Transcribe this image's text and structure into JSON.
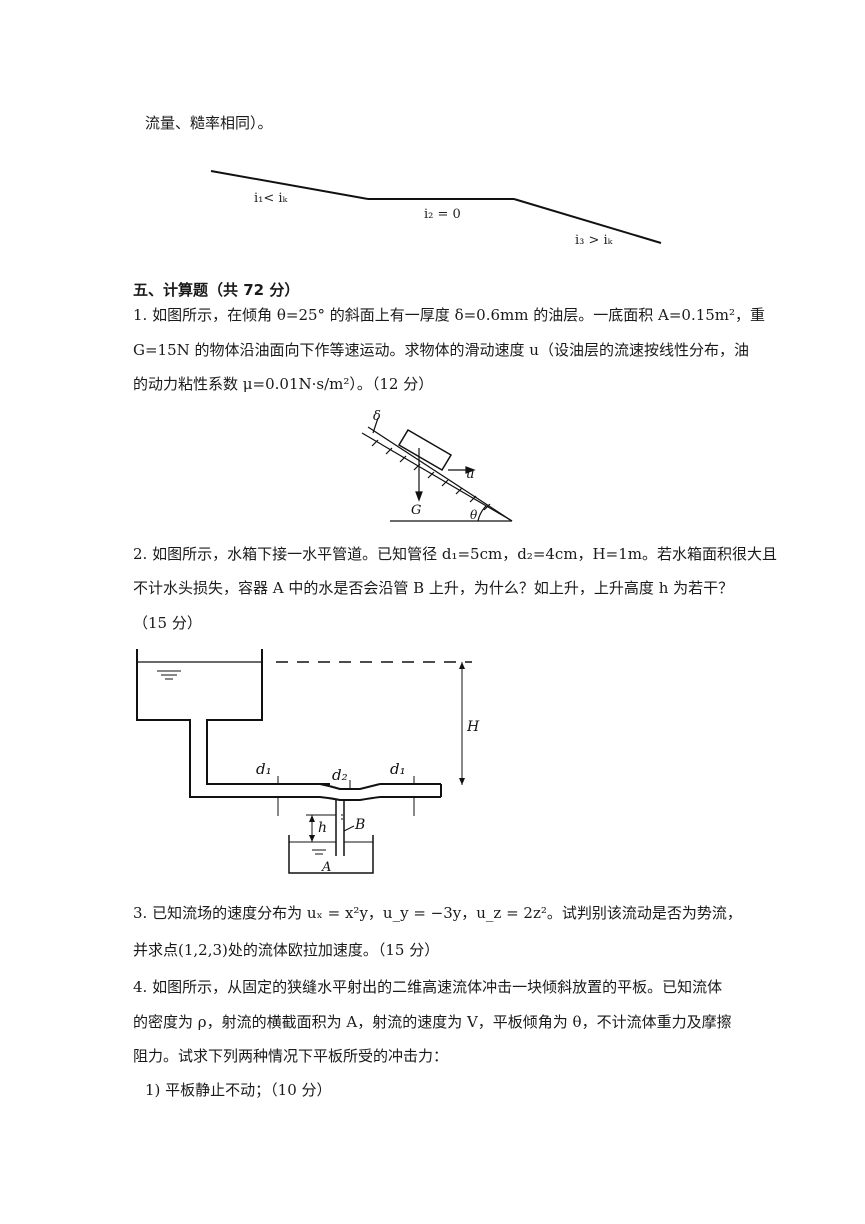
{
  "intro_line": "流量、糙率相同）。",
  "channel_figure": {
    "label_1": "i₁< iₖ",
    "label_2": "i₂ = 0",
    "label_3": "i₃ > iₖ"
  },
  "section": {
    "title": "五、计算题（共 72 分）"
  },
  "q1": {
    "line1": "1.  如图所示，在倾角 θ=25° 的斜面上有一厚度 δ=0.6mm 的油层。一底面积 A=0.15m²，重",
    "line2": "G=15N 的物体沿油面向下作等速运动。求物体的滑动速度 u（设油层的流速按线性分布，油",
    "line3": "的动力粘性系数 μ=0.01N·s/m²）。（12 分）",
    "fig": {
      "delta": "δ",
      "u": "u",
      "G": "G",
      "theta": "θ"
    }
  },
  "q2": {
    "line1": "2.  如图所示，水箱下接一水平管道。已知管径 d₁=5cm，d₂=4cm，H=1m。若水箱面积很大且",
    "line2": "不计水头损失，容器 A 中的水是否会沿管 B 上升，为什么？如上升，上升高度 h 为若干？",
    "line3": "（15 分）",
    "fig": {
      "H": "H",
      "d1_left": "d₁",
      "d2": "d₂",
      "d1_right": "d₁",
      "h": "h",
      "B": "B",
      "A": "A"
    }
  },
  "q3": {
    "line1": "3.  已知流场的速度分布为 uₓ = x²y，u_y = −3y，u_z = 2z²。试判别该流动是否为势流，",
    "line2": "并求点(1,2,3)处的流体欧拉加速度。（15 分）"
  },
  "q4": {
    "line1": "4.  如图所示，从固定的狭缝水平射出的二维高速流体冲击一块倾斜放置的平板。已知流体",
    "line2": "的密度为 ρ，射流的横截面积为 A，射流的速度为 V，平板倾角为 θ，不计流体重力及摩擦",
    "line3": "阻力。试求下列两种情况下平板所受的冲击力：",
    "sub1": "1)  平板静止不动；（10 分）"
  }
}
